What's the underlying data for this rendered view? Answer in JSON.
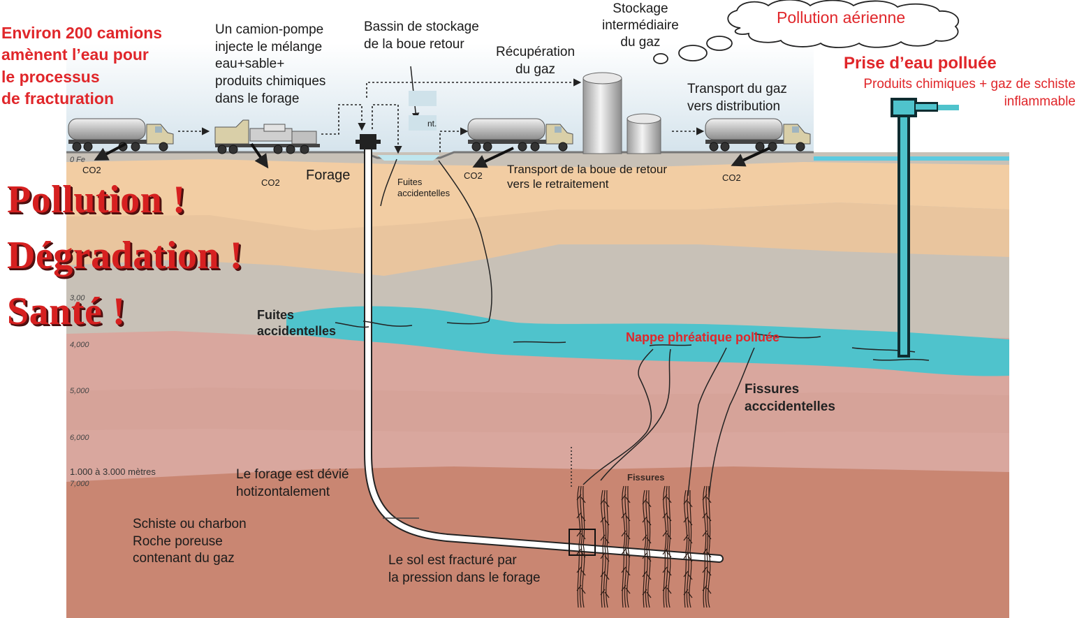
{
  "texts": {
    "trucks_title": "Environ 200 camions\namènent l’eau pour\nle processus\nde fracturation",
    "pump_truck": "Un camion-pompe\ninjecte le mélange\neau+sable+\nproduits chimiques\ndans le forage",
    "basin": "Bassin de stockage\nde la boue retour",
    "recovery": "Récupération\ndu gaz",
    "storage": "Stockage\nintermédiaire\ndu gaz",
    "air_pollution": "Pollution aérienne",
    "water_intake_title": "Prise d’eau  polluée",
    "water_intake_sub": "Produits chimiques + gaz de schiste\ninflammable",
    "transport_gas": "Transport du gaz\nvers distribution",
    "co2": "CO2",
    "forage": "Forage",
    "leaks_small": "Fuites\naccidentelles",
    "mud_transport": "Transport de la boue de retour\nvers le retraitement",
    "pollution": "Pollution !",
    "degradation": "Dégradation !",
    "sante": "Santé !",
    "leaks_bold": "Fuites\naccidentelles",
    "aquifer": "Nappe phréatique polluée",
    "fissures_acc": "Fissures\nacccidentelles",
    "depth_range": "1.000 à 3.000 mètres",
    "deviated": "Le forage est dévié\nhotizontalement",
    "shale": "Schiste ou charbon\nRoche poreuse\ncontenant du gaz",
    "fractured": "Le sol est fracturé par\nla pression dans le forage",
    "fissures": "Fissures",
    "basin_tag": "nt.",
    "depth_0": "0 Fe",
    "depth_3000": "3,00",
    "depth_4000": "4,000",
    "depth_5000": "5,000",
    "depth_6000": "6,000",
    "depth_7000": "7,000"
  },
  "colors": {
    "sky": "#dfeaf0",
    "soil_grey": "#c8c1b7",
    "soil_tan": "#f2cda3",
    "water": "#4fc3cc",
    "rock_pink": "#d9a79e",
    "shale": "#c98672",
    "red_text": "#e0262a",
    "pipe": "#ffffff"
  }
}
